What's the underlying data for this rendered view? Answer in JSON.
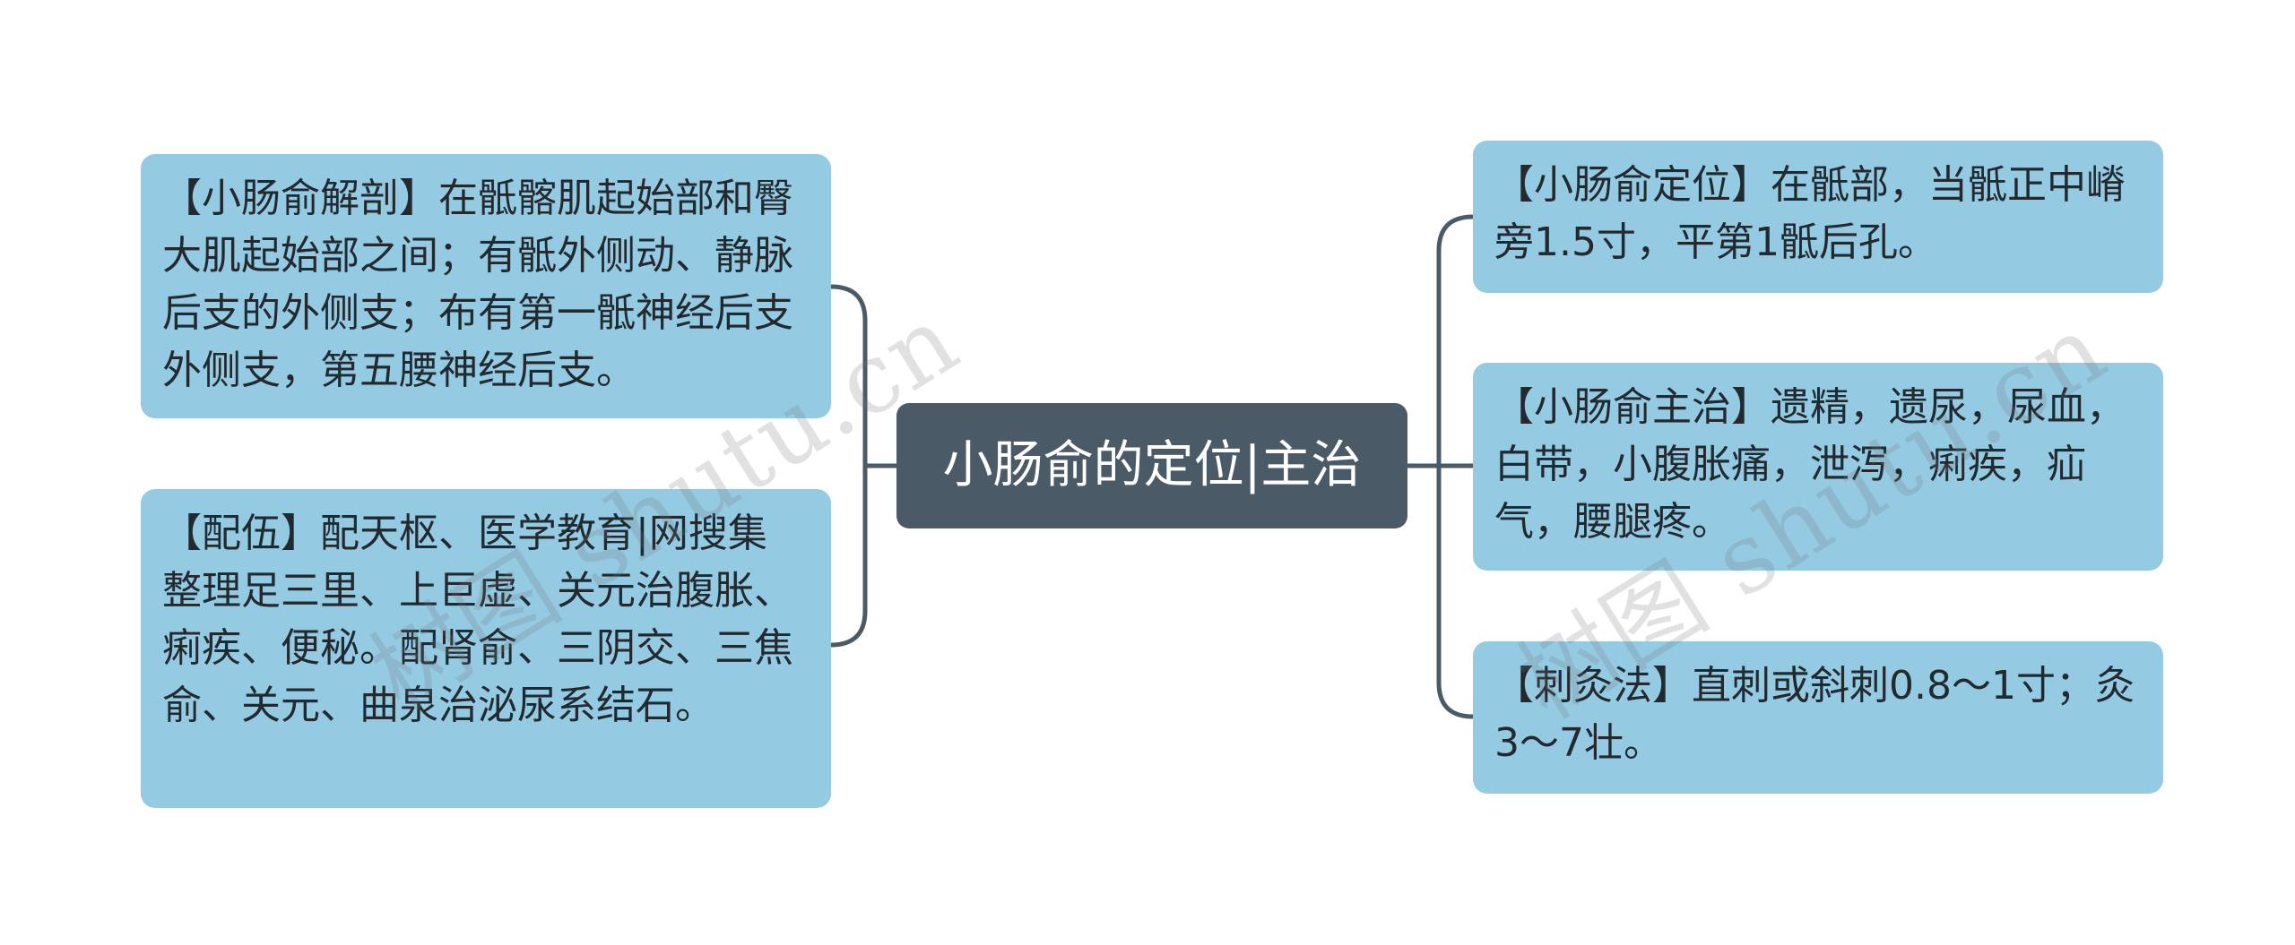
{
  "root": {
    "label": "小肠俞的定位|主治"
  },
  "left_nodes": [
    {
      "text": "【小肠俞解剖】在骶髂肌起始部和臀大肌起始部之间；有骶外侧动、静脉后支的外侧支；布有第一骶神经后支外侧支，第五腰神经后支。"
    },
    {
      "text": "【配伍】配天枢、医学教育|网搜集整理足三里、上巨虚、关元治腹胀、痢疾、便秘。配肾俞、三阴交、三焦俞、关元、曲泉治泌尿系结石。"
    }
  ],
  "right_nodes": [
    {
      "text": "【小肠俞定位】在骶部，当骶正中嵴旁1.5寸，平第1骶后孔。"
    },
    {
      "text": "【小肠俞主治】遗精，遗尿，尿血，白带，小腹胀痛，泄泻，痢疾，疝气，腰腿疼。"
    },
    {
      "text": "【刺灸法】直刺或斜刺0.8～1寸；灸3～7壮。"
    }
  ],
  "watermarks": [
    {
      "text": "树图 shutu.cn"
    },
    {
      "text": "树图 shutu.cn"
    }
  ],
  "colors": {
    "root_bg": "#4b5a67",
    "node_bg": "#94cbe3",
    "connector": "#4b5a67"
  }
}
